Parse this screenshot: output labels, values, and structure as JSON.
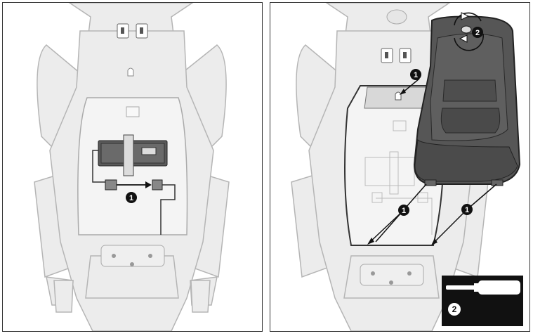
{
  "callouts": {
    "left_disconnect": "1",
    "right_latch": "1",
    "right_rotate": "2",
    "right_tab_left": "1",
    "right_tab_right": "1"
  },
  "tool_box": {
    "tool_icon": "screwdriver-icon",
    "number": "2"
  },
  "colors": {
    "body_fill": "#ebebeb",
    "body_stroke": "#b4b4b4",
    "detail_dark": "#4a4a4a",
    "seat_fill": "#555555",
    "callout_fill": "#111111",
    "tool_box_fill": "#111111"
  }
}
